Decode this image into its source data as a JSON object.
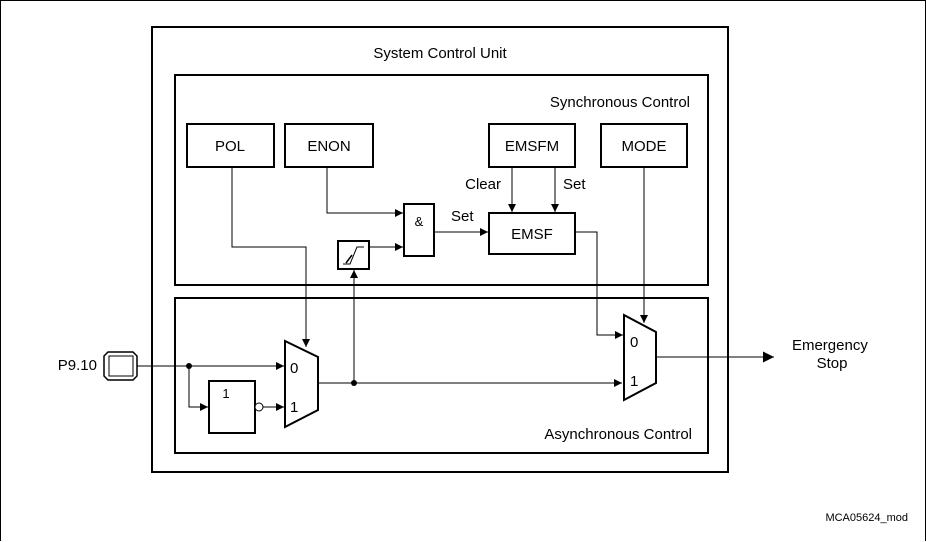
{
  "diagram": {
    "containers": {
      "system_control_unit": "System Control Unit",
      "synchronous_control": "Synchronous Control",
      "asynchronous_control": "Asynchronous Control"
    },
    "registers": {
      "pol": "POL",
      "enon": "ENON",
      "emsfm": "EMSFM",
      "mode": "MODE",
      "emsf": "EMSF"
    },
    "gates": {
      "and_gate": "&",
      "inverter": "1"
    },
    "mux": {
      "input0": "0",
      "input1": "1"
    },
    "wire_labels": {
      "clear": "Clear",
      "set_emsfm": "Set",
      "set_and": "Set"
    },
    "pin": "P9.10",
    "output": [
      "Emergency",
      "Stop"
    ],
    "figure_id": "MCA05624_mod"
  }
}
